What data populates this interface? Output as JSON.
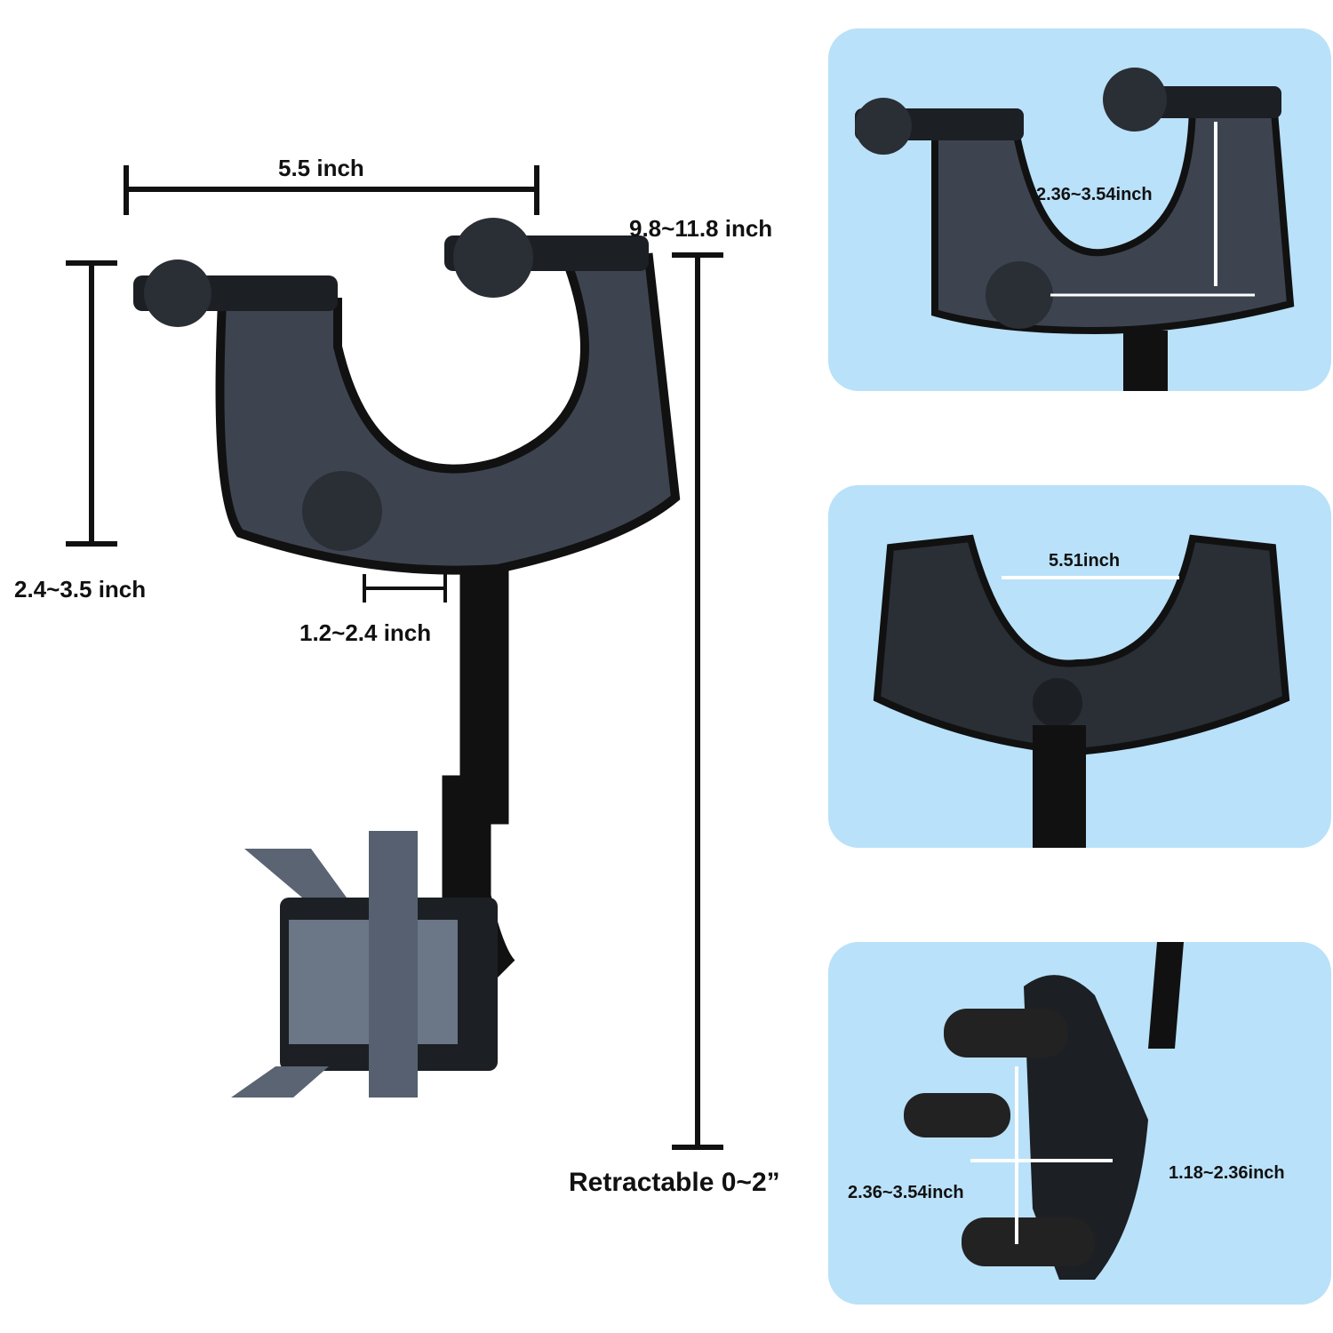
{
  "main": {
    "width_label": "5.5 inch",
    "height_label": "2.4~3.5 inch",
    "clamp_gap_label": "1.2~2.4 inch",
    "length_label": "9.8~11.8 inch",
    "retract_label": "Retractable 0~2”"
  },
  "panels": [
    {
      "label": "2.36~3.54inch"
    },
    {
      "label": "5.51inch"
    },
    {
      "label_a": "2.36~3.54inch",
      "label_b": "1.18~2.36inch"
    }
  ],
  "colors": {
    "panel_bg": "#b9e1f9",
    "product": "#2b2f36",
    "text": "#111111"
  }
}
